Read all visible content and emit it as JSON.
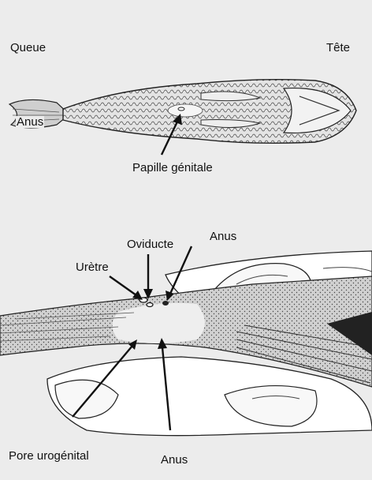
{
  "top_figure": {
    "label_tail": "Queue",
    "label_head": "Tête",
    "label_anus": "Anus",
    "label_genital_papilla": "Papille génitale"
  },
  "bottom_figure": {
    "label_oviduct": "Oviducte",
    "label_anus_upper": "Anus",
    "label_urethra": "Urètre",
    "label_urogenital_pore": "Pore urogénital",
    "label_anus_lower": "Anus"
  },
  "colors": {
    "background": "#ececec",
    "ink": "#111111",
    "fish_fill": "#d8d8d8",
    "hand_fill": "#ffffff"
  }
}
